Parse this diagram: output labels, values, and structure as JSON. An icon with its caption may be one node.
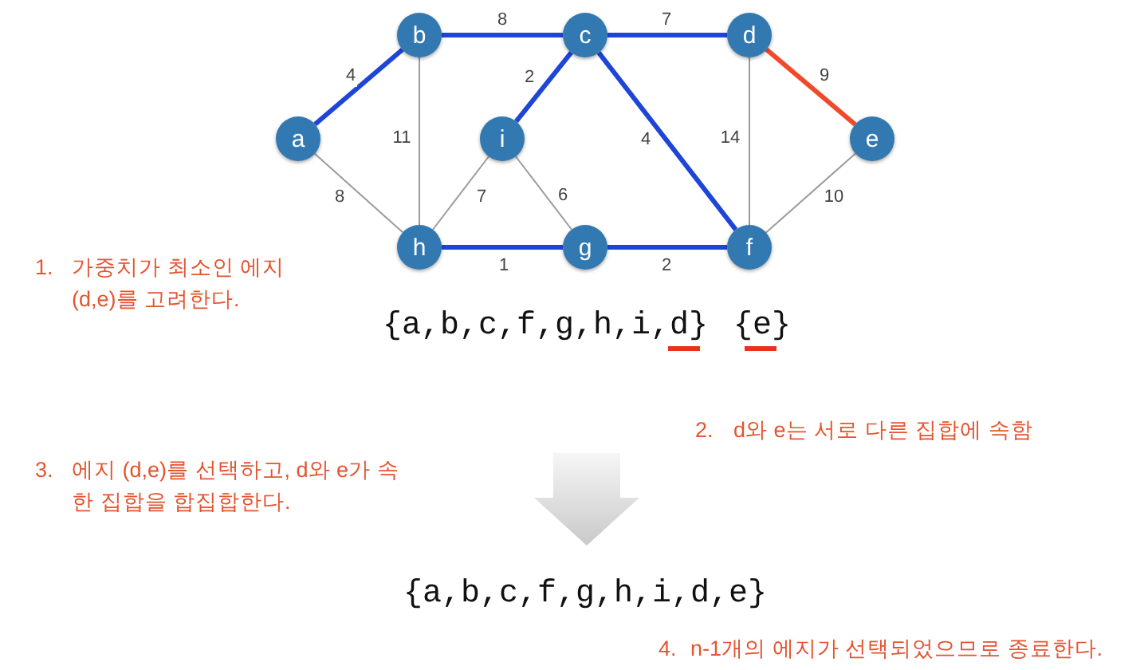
{
  "diagram": {
    "nodes": [
      {
        "text": [
          "b"
        ]
      },
      {
        "text": [
          "c"
        ]
      },
      {
        "text": [
          "d"
        ]
      },
      {
        "text": [
          "a"
        ]
      },
      {
        "text": [
          "i"
        ]
      },
      {
        "text": [
          "e"
        ]
      },
      {
        "text": [
          "h"
        ]
      },
      {
        "text": [
          "g"
        ]
      },
      {
        "text": [
          "f"
        ]
      }
    ],
    "edges": [
      {
        "from": 3,
        "to": 0,
        "arrow": "none",
        "label": "4"
      },
      {
        "from": 0,
        "to": 1,
        "arrow": "none",
        "label": "8"
      },
      {
        "from": 1,
        "to": 2,
        "arrow": "none",
        "label": "7"
      },
      {
        "from": 2,
        "to": 5,
        "arrow": "none",
        "label": "9",
        "color": "#f0492b"
      },
      {
        "from": 0,
        "to": 6,
        "arrow": "none",
        "label": "11",
        "color": "#9b9b9b"
      },
      {
        "from": 1,
        "to": 4,
        "arrow": "none",
        "label": "2"
      },
      {
        "from": 1,
        "to": 8,
        "arrow": "none",
        "label": "4"
      },
      {
        "from": 2,
        "to": 8,
        "arrow": "none",
        "label": "14",
        "color": "#9b9b9b"
      },
      {
        "from": 3,
        "to": 6,
        "arrow": "none",
        "label": "8",
        "color": "#9b9b9b"
      },
      {
        "from": 4,
        "to": 6,
        "arrow": "none",
        "label": "7",
        "color": "#9b9b9b"
      },
      {
        "from": 4,
        "to": 7,
        "arrow": "none",
        "label": "6",
        "color": "#9b9b9b"
      },
      {
        "from": 5,
        "to": 8,
        "arrow": "none",
        "label": "10",
        "color": "#9b9b9b"
      },
      {
        "from": 6,
        "to": 7,
        "arrow": "none",
        "label": "1"
      },
      {
        "from": 7,
        "to": 8,
        "arrow": "none",
        "label": "2"
      }
    ],
    "labels": [
      "1.",
      "가중치가 최소인 에지 (d,e)를 고려한다.",
      "{a,b,c,f,g,h,i,d}",
      "{e}",
      "2.",
      "d와 e는 서로 다른 집합에 속함",
      "3.",
      "에지 (d,e)를 선택하고, d와 e가 속 한 집합을 합집합한다.",
      "{a,b,c,f,g,h,i,d,e}",
      "4.",
      "n-1개의 에지가 선택되었으므로 종료한다."
    ]
  }
}
